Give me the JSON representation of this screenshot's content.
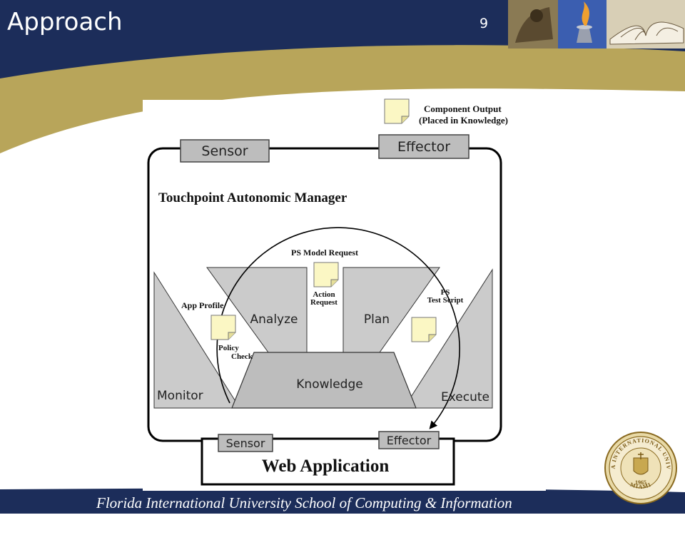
{
  "slide": {
    "title": "Approach",
    "number": "9",
    "footer": "Florida International University School of Computing & Information Sciences"
  },
  "diagram": {
    "legend": [
      "Component Output",
      "(Placed in Knowledge)"
    ],
    "top_sensor": "Sensor",
    "top_effector": "Effector",
    "manager_title": "Touchpoint Autonomic Manager",
    "ps_model_request": "PS Model Request",
    "app_profile": "App Profile",
    "policy_check": [
      "Policy",
      "Check"
    ],
    "action_request": [
      "Action",
      "Request"
    ],
    "ps_test_script": [
      "PS",
      "Test Script"
    ],
    "analyze": "Analyze",
    "plan": "Plan",
    "monitor": "Monitor",
    "execute": "Execute",
    "knowledge": "Knowledge",
    "bottom_sensor": "Sensor",
    "bottom_effector": "Effector",
    "web_application": "Web Application"
  },
  "seal": {
    "ring_text": "FLORIDA INTERNATIONAL UNIVERSITY",
    "bottom_text": "MIAMI",
    "year": "1965"
  },
  "colors": {
    "navy": "#1c2d5a",
    "gold": "#b8a55a",
    "gray_panel": "#c8c8c8",
    "box_gray": "#b4b4b4",
    "note_yellow": "#fbf7c4"
  }
}
